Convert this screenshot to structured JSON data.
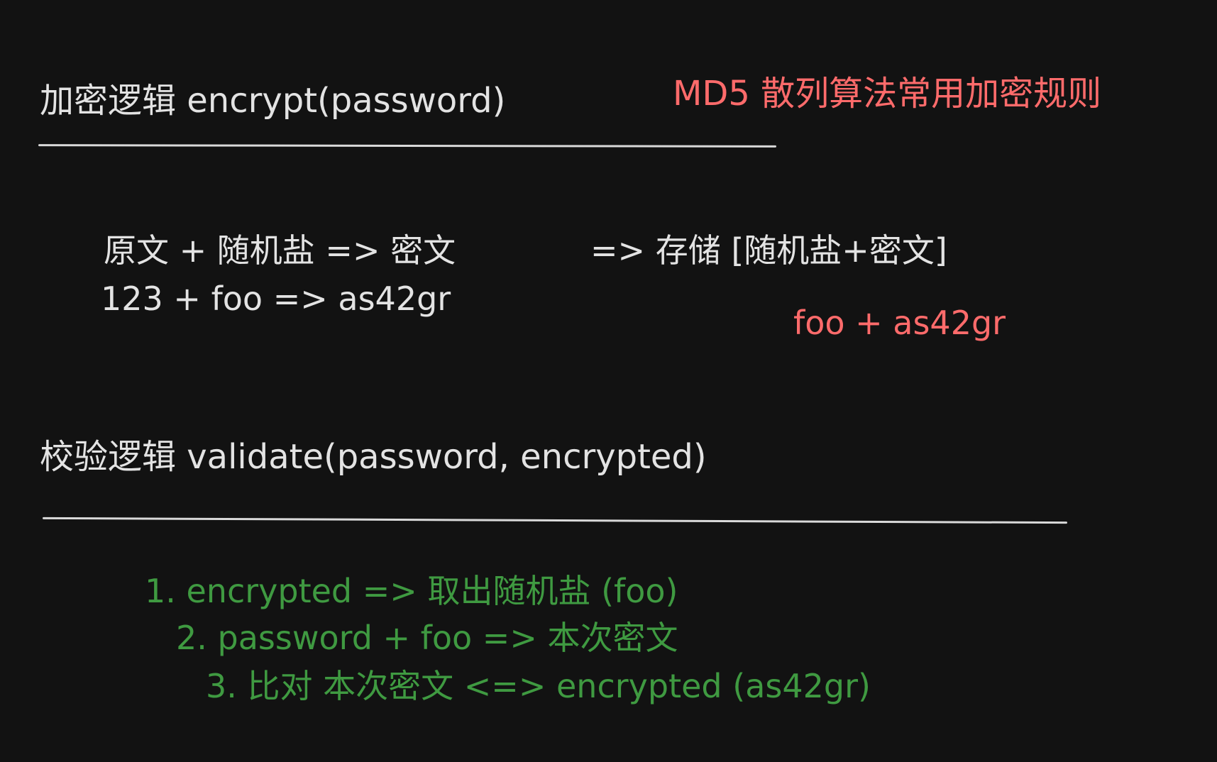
{
  "encrypt_section": {
    "heading": "加密逻辑 encrypt(password)",
    "flow_line": "原文 + 随机盐 => 密文",
    "store_line": "=> 存储 [随机盐+密文]",
    "example_line": "123 + foo => as42gr",
    "stored_example": "foo + as42gr"
  },
  "note": {
    "text": "MD5 散列算法常用加密规则"
  },
  "validate_section": {
    "heading": "校验逻辑 validate(password, encrypted)",
    "steps": [
      "1. encrypted => 取出随机盐 (foo)",
      "2. password + foo => 本次密文",
      "3. 比对 本次密文 <=> encrypted (as42gr)"
    ]
  },
  "colors": {
    "background": "#121212",
    "text": "#e3e3e3",
    "highlight_red": "#ff6b6b",
    "steps_green": "#3f9a41",
    "rule": "#d9d9d9"
  }
}
